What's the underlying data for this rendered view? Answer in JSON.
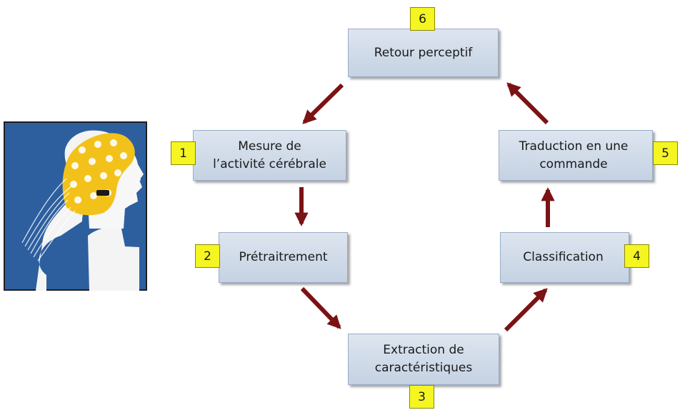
{
  "steps": [
    {
      "number": "1",
      "label_line1": "Mesure de",
      "label_line2": "l’activité cérébrale"
    },
    {
      "number": "2",
      "label_line1": "Prétraitrement",
      "label_line2": ""
    },
    {
      "number": "3",
      "label_line1": "Extraction de",
      "label_line2": "caractéristiques"
    },
    {
      "number": "4",
      "label_line1": "Classification",
      "label_line2": ""
    },
    {
      "number": "5",
      "label_line1": "Traduction en une",
      "label_line2": "commande"
    },
    {
      "number": "6",
      "label_line1": "Retour perceptif",
      "label_line2": ""
    }
  ],
  "colors": {
    "arrow": "#7b1214",
    "box_fill": "#d3dde9",
    "badge_fill": "#f5f522",
    "illustration_bg": "#2d5f9f",
    "cap": "#f3c21a",
    "head": "#ffffff"
  },
  "illustration": {
    "icon": "eeg-cap-head-icon"
  }
}
